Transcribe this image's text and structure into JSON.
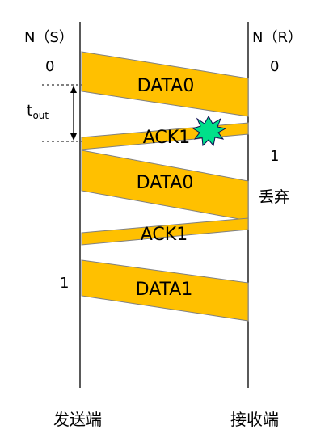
{
  "sender": {
    "header": "N（S）",
    "seq_initial": "0",
    "seq_later": "1",
    "footer": "发送端"
  },
  "receiver": {
    "header": "N（R）",
    "seq_initial": "0",
    "seq_later": "1",
    "discard": "丢弃",
    "footer": "接收端"
  },
  "timeout": {
    "base": "t",
    "subscript": "out"
  },
  "frames": [
    "DATA0",
    "ACK1",
    "DATA0",
    "ACK1",
    "DATA1"
  ],
  "colors": {
    "frame_fill": "#FFC000",
    "frame_stroke": "#808080",
    "burst": "#00E08A"
  }
}
